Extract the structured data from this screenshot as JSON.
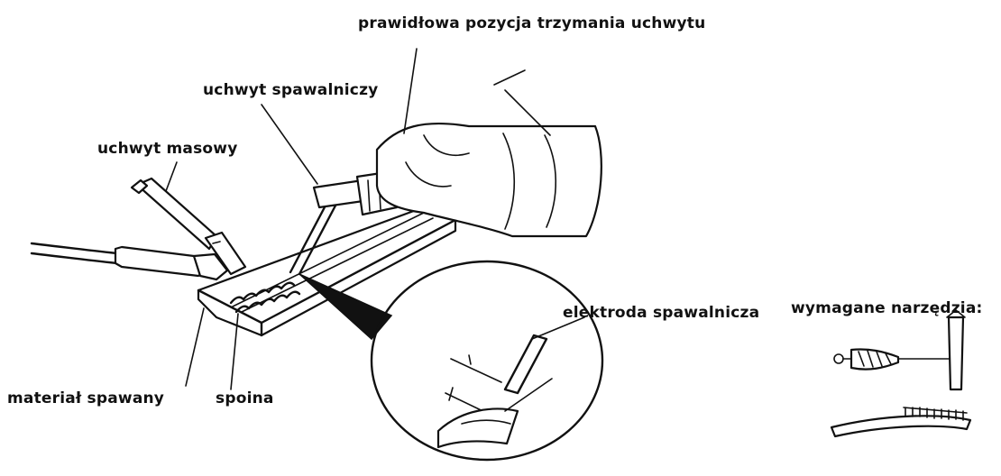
{
  "labels": {
    "grip_position": "prawidłowa pozycja trzymania uchwytu",
    "electrode_holder": "uchwyt spawalniczy",
    "ground_clamp": "uchwyt masowy",
    "electrode": "elektroda spawalnicza",
    "required_tools": "wymagane narzędzia:",
    "workpiece": "materiał spawany",
    "weld": "spoina"
  },
  "colors": {
    "ink": "#111111",
    "background": "#ffffff"
  }
}
